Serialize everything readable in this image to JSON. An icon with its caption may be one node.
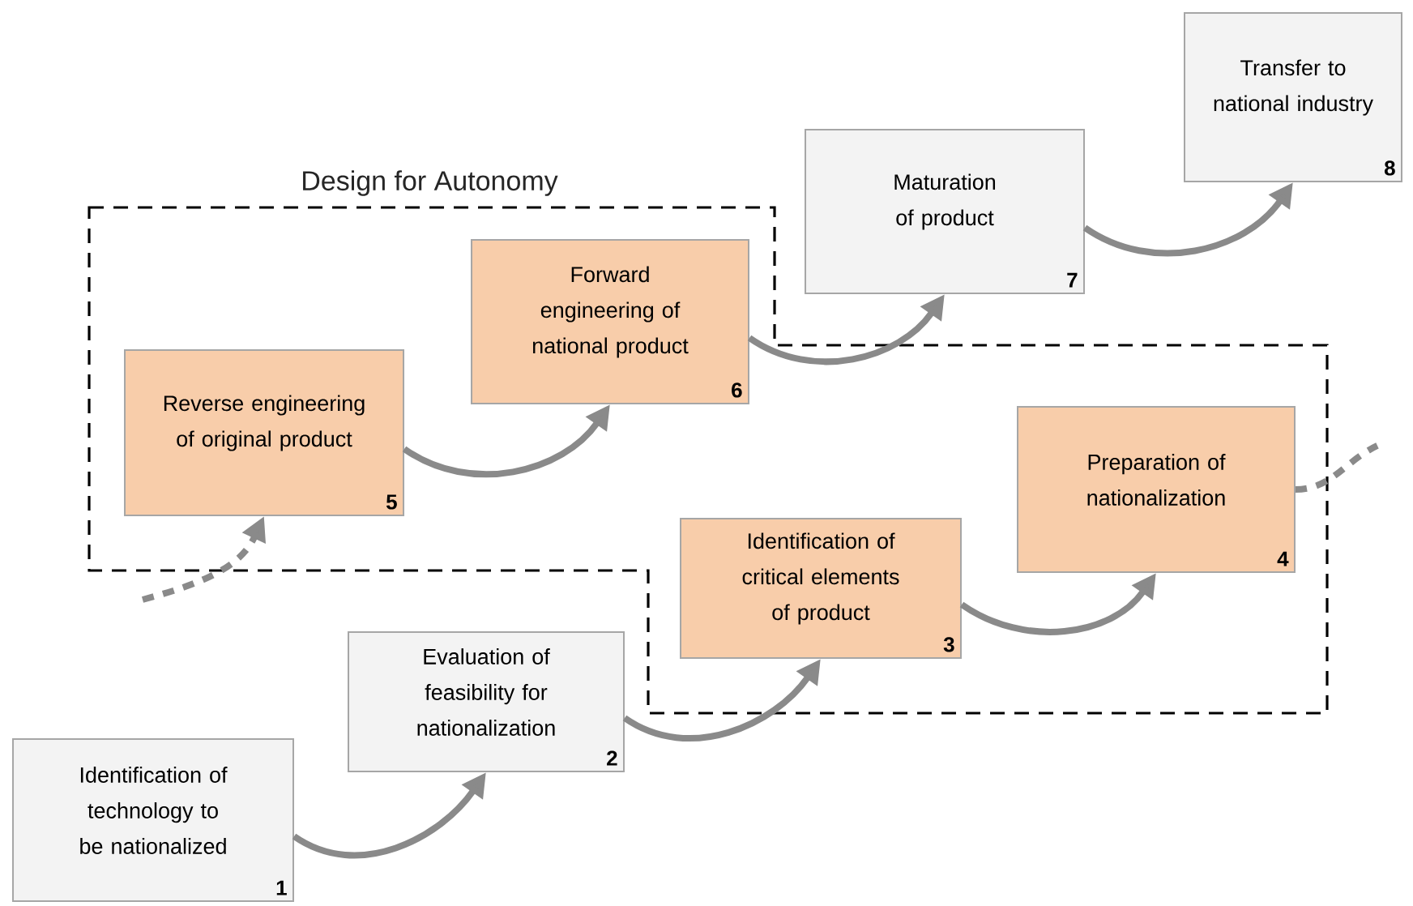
{
  "diagram": {
    "nodes": [
      {
        "text": [
          "Design for Autonomy"
        ]
      },
      {
        "text": [
          "Identification of technology to be nationalized",
          "1"
        ]
      },
      {
        "text": [
          "Evaluation of feasibility for nationalization",
          "2"
        ]
      },
      {
        "text": [
          "Identification of critical elements of product",
          "3"
        ],
        "in": 0
      },
      {
        "text": [
          "Preparation of nationalization",
          "4"
        ],
        "in": 0
      },
      {
        "text": [
          "Reverse engineering of original product",
          "5"
        ],
        "in": 0
      },
      {
        "text": [
          "Forward engineering of national product",
          "6"
        ],
        "in": 0
      },
      {
        "text": [
          "Maturation of product",
          "7"
        ]
      },
      {
        "text": [
          "Transfer to national industry",
          "8"
        ]
      }
    ],
    "edges": [
      {
        "from": 1,
        "to": 2,
        "arrow": "to"
      },
      {
        "from": 2,
        "to": 3,
        "arrow": "to"
      },
      {
        "from": 3,
        "to": 4,
        "arrow": "to"
      },
      {
        "from": 4,
        "to": null,
        "arrow": "none",
        "style": "dashed"
      },
      {
        "from": null,
        "to": 5,
        "arrow": "to",
        "style": "dashed"
      },
      {
        "from": 5,
        "to": 6,
        "arrow": "to"
      },
      {
        "from": 6,
        "to": 7,
        "arrow": "to"
      },
      {
        "from": 7,
        "to": 8,
        "arrow": "to"
      }
    ]
  }
}
